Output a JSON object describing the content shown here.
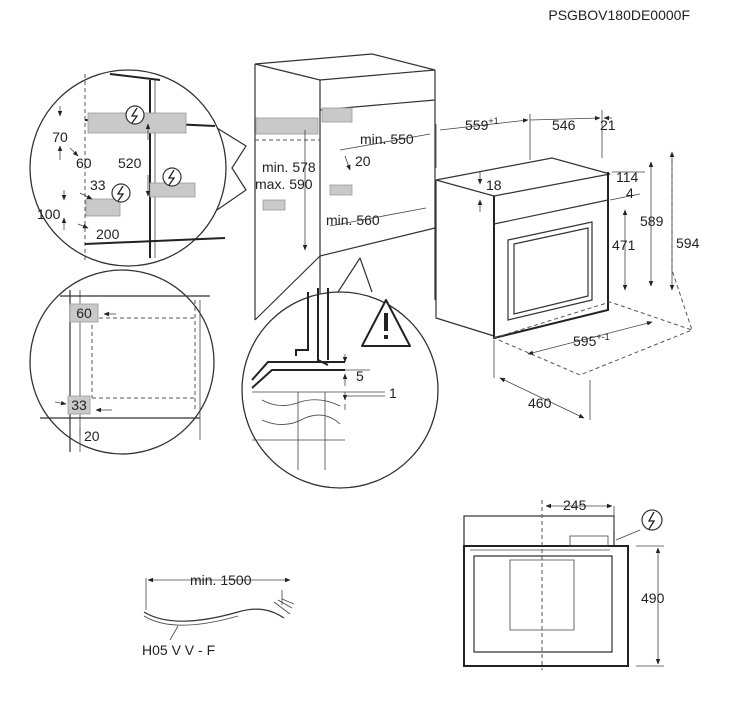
{
  "model_code": "PSGBOV180DE0000F",
  "zoom_top": {
    "d70": "70",
    "d60": "60",
    "d520": "520",
    "d33": "33",
    "d100": "100",
    "d200": "200"
  },
  "zoom_bottom": {
    "d60": "60",
    "d33": "33",
    "d20": "20"
  },
  "cabinet": {
    "min550": "min. 550",
    "min578": "min. 578",
    "max590": "max. 590",
    "d20": "20",
    "min560": "min. 560"
  },
  "detail": {
    "d5": "5",
    "d1": "1"
  },
  "oven": {
    "d559": "559",
    "d559_tol": "+1",
    "d546": "546",
    "d21": "21",
    "d18": "18",
    "d114": "114",
    "d4": "4",
    "d589": "589",
    "d594": "594",
    "d471": "471",
    "d595": "595",
    "d595_tol": "+-1",
    "d460": "460"
  },
  "top_view": {
    "d245": "245",
    "d490": "490"
  },
  "cable": {
    "min1500": "min. 1500",
    "type": "H05 V V - F"
  }
}
